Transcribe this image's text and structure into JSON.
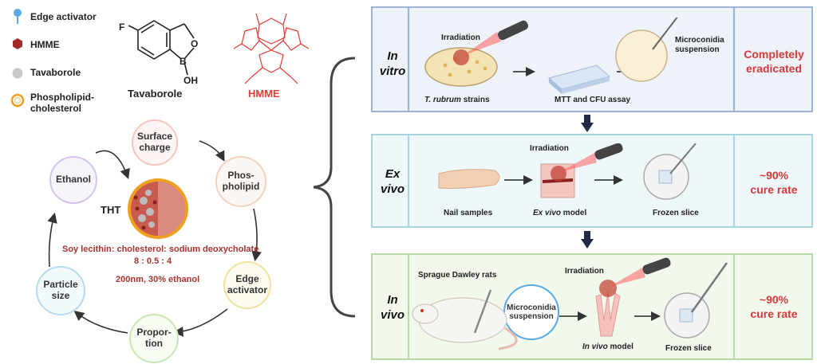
{
  "legend": {
    "edge_activator": "Edge activator",
    "hmme": "HMME",
    "tavaborole": "Tavaborole",
    "phospholipid_line1": "Phospholipid-",
    "phospholipid_line2": "cholesterol"
  },
  "molecules": {
    "tavaborole_label": "Tavaborole",
    "hmme_label": "HMME",
    "atom_f": "F",
    "atom_b": "B",
    "atom_o1": "O",
    "atom_oh": "OH"
  },
  "cycle": {
    "center_label": "THT",
    "nodes": {
      "surface_charge": [
        "Surface",
        "charge"
      ],
      "phospholipid": [
        "Phos-",
        "pholipid"
      ],
      "edge_activator": [
        "Edge",
        "activator"
      ],
      "proportion": [
        "Propor-",
        "tion"
      ],
      "particle_size": [
        "Particle",
        "size"
      ],
      "ethanol": [
        "Ethanol"
      ]
    },
    "formula_line1": "Soy lecithin: cholesterol: sodium deoxycholate",
    "formula_line2": "8 : 0.5 : 4",
    "formula_line3": "200nm, 30% ethanol"
  },
  "panels": {
    "in_vitro": {
      "title": [
        "In",
        "vitro"
      ],
      "irradiation": "Irradiation",
      "strains_italic": "T. rubrum",
      "strains_rest": " strains",
      "assay": "MTT and CFU assay",
      "microconidia": [
        "Microconidia",
        "suspension"
      ],
      "result": [
        "Completely",
        "eradicated"
      ]
    },
    "ex_vivo": {
      "title": [
        "Ex",
        "vivo"
      ],
      "irradiation": "Irradiation",
      "nail": "Nail samples",
      "model_italic": "Ex vivo",
      "model_rest": " model",
      "frozen": "Frozen slice",
      "result": [
        "~90%",
        "cure rate"
      ]
    },
    "in_vivo": {
      "title": [
        "In",
        "vivo"
      ],
      "irradiation": "Irradiation",
      "rats": "Sprague Dawley rats",
      "microconidia": [
        "Microconidia",
        "suspension"
      ],
      "model_italic": "In vivo",
      "model_rest": " model",
      "frozen": "Frozen slice",
      "result": [
        "~90%",
        "cure rate"
      ]
    }
  },
  "colors": {
    "in_vitro_bg": "#eef3fa",
    "in_vitro_border": "#9db3d6",
    "ex_vivo_bg": "#eef7fa",
    "ex_vivo_border": "#a8d4e0",
    "in_vivo_bg": "#f1f8ec",
    "in_vivo_border": "#b7d9a4",
    "result_red": "#d23b3b",
    "formula_red": "#a8332f",
    "hmme_red": "#e53935"
  }
}
